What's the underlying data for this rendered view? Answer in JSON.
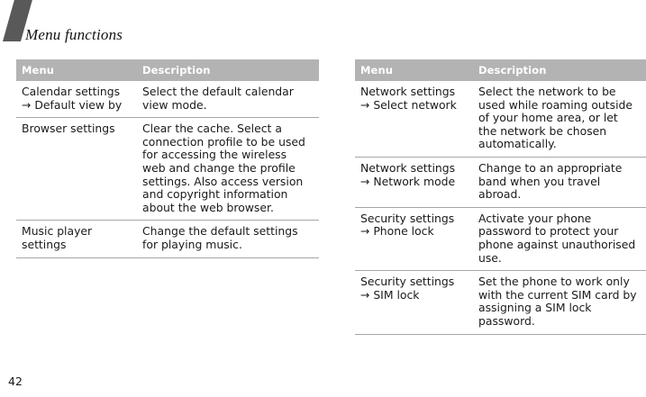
{
  "header": {
    "title": "Menu functions",
    "mark_icon": "slash-mark-icon",
    "mark_color": "#595959"
  },
  "theme": {
    "table_header_bg": "#b3b3b3",
    "table_header_text": "#ffffff",
    "rule_color": "#a6a6a6",
    "body_text": "#1a1a1a"
  },
  "tables": [
    {
      "id": "left",
      "columns": [
        "Menu",
        "Description"
      ],
      "rows": [
        {
          "menu": "Calendar settings → Default view by",
          "description": "Select the default calendar view mode."
        },
        {
          "menu": "Browser settings",
          "description": "Clear the cache. Select a connection profile to be used for accessing the wireless web and change the profile settings. Also access version and copyright information about the web browser."
        },
        {
          "menu": "Music player settings",
          "description": "Change the default settings for playing music."
        }
      ]
    },
    {
      "id": "right",
      "columns": [
        "Menu",
        "Description"
      ],
      "rows": [
        {
          "menu": "Network settings → Select network",
          "description": "Select the network to be used while roaming outside of your home area, or let the network be chosen automatically."
        },
        {
          "menu": "Network settings → Network mode",
          "description": "Change to an appropriate band when you travel abroad."
        },
        {
          "menu": "Security settings → Phone lock",
          "description": "Activate your phone password to protect your phone against unauthorised use."
        },
        {
          "menu": "Security settings → SIM lock",
          "description": "Set the phone to work only with the current SIM card by assigning a SIM lock password."
        }
      ]
    }
  ],
  "footer": {
    "page_number": "42"
  }
}
